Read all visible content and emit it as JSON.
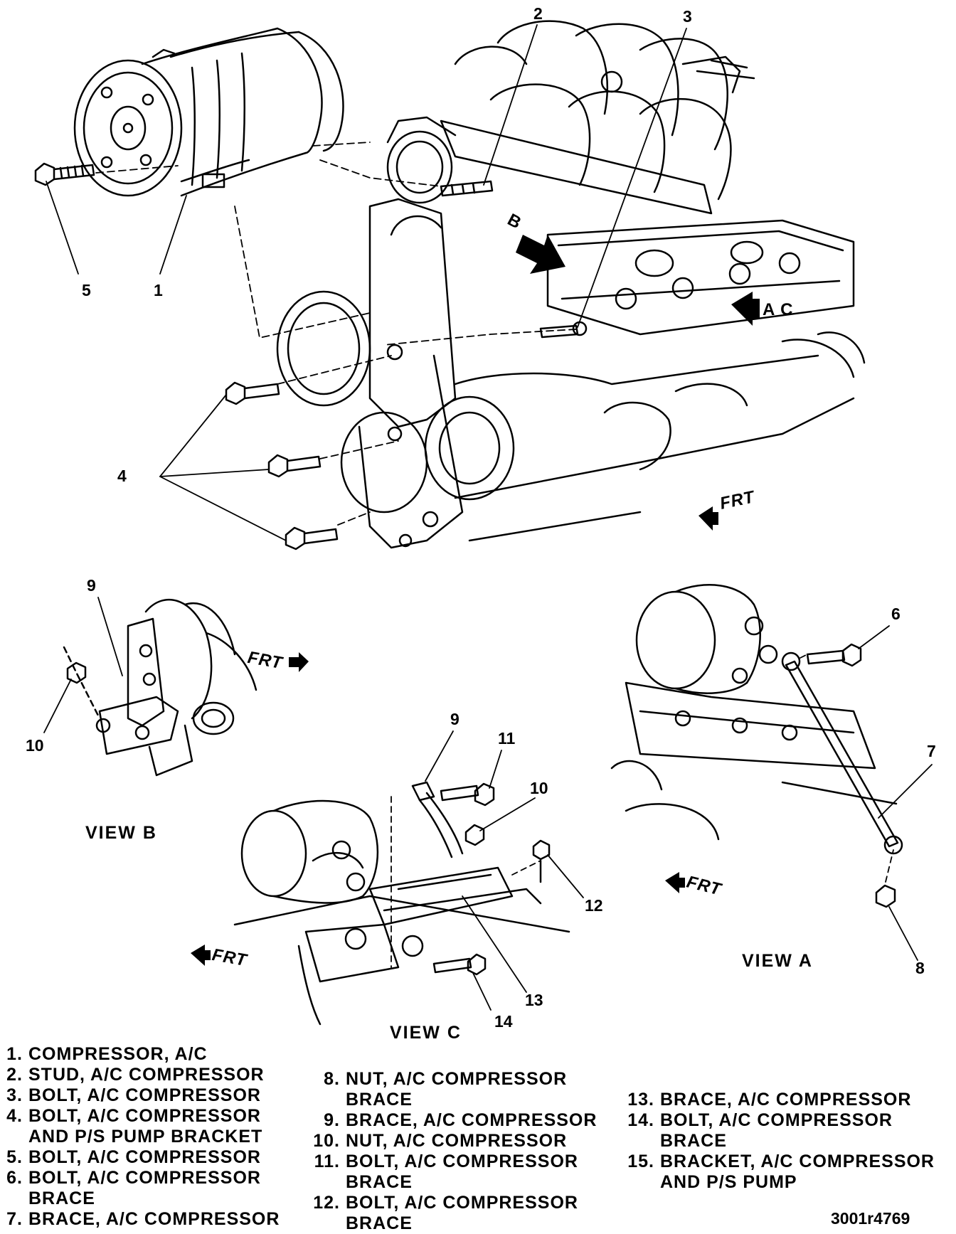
{
  "callouts": {
    "main": [
      "2",
      "3",
      "5",
      "1",
      "4"
    ],
    "view_b": [
      "9",
      "10"
    ],
    "view_c": [
      "9",
      "11",
      "10",
      "12",
      "13",
      "14"
    ],
    "view_a": [
      "6",
      "7",
      "8"
    ]
  },
  "arrows": {
    "b": "B",
    "ac": "A C",
    "frt": "FRT"
  },
  "views": {
    "b": "VIEW  B",
    "c": "VIEW  C",
    "a": "VIEW  A"
  },
  "legend": [
    {
      "num": "1.",
      "text": "COMPRESSOR, A/C"
    },
    {
      "num": "2.",
      "text": "STUD, A/C COMPRESSOR"
    },
    {
      "num": "3.",
      "text": "BOLT, A/C COMPRESSOR"
    },
    {
      "num": "4.",
      "text": "BOLT, A/C COMPRESSOR",
      "text2": "AND P/S PUMP BRACKET"
    },
    {
      "num": "5.",
      "text": "BOLT, A/C COMPRESSOR"
    },
    {
      "num": "6.",
      "text": "BOLT, A/C COMPRESSOR",
      "text2": "BRACE"
    },
    {
      "num": "7.",
      "text": "BRACE, A/C COMPRESSOR"
    },
    {
      "num": "8.",
      "text": "NUT, A/C COMPRESSOR",
      "text2": "BRACE"
    },
    {
      "num": "9.",
      "text": "BRACE, A/C COMPRESSOR"
    },
    {
      "num": "10.",
      "text": "NUT, A/C COMPRESSOR"
    },
    {
      "num": "11.",
      "text": "BOLT, A/C COMPRESSOR",
      "text2": "BRACE"
    },
    {
      "num": "12.",
      "text": "BOLT, A/C COMPRESSOR",
      "text2": "BRACE"
    },
    {
      "num": "13.",
      "text": "BRACE, A/C COMPRESSOR"
    },
    {
      "num": "14.",
      "text": "BOLT, A/C COMPRESSOR",
      "text2": "BRACE"
    },
    {
      "num": "15.",
      "text": "BRACKET, A/C COMPRESSOR",
      "text2": "AND P/S PUMP"
    }
  ],
  "ref_code": "3001r4769"
}
